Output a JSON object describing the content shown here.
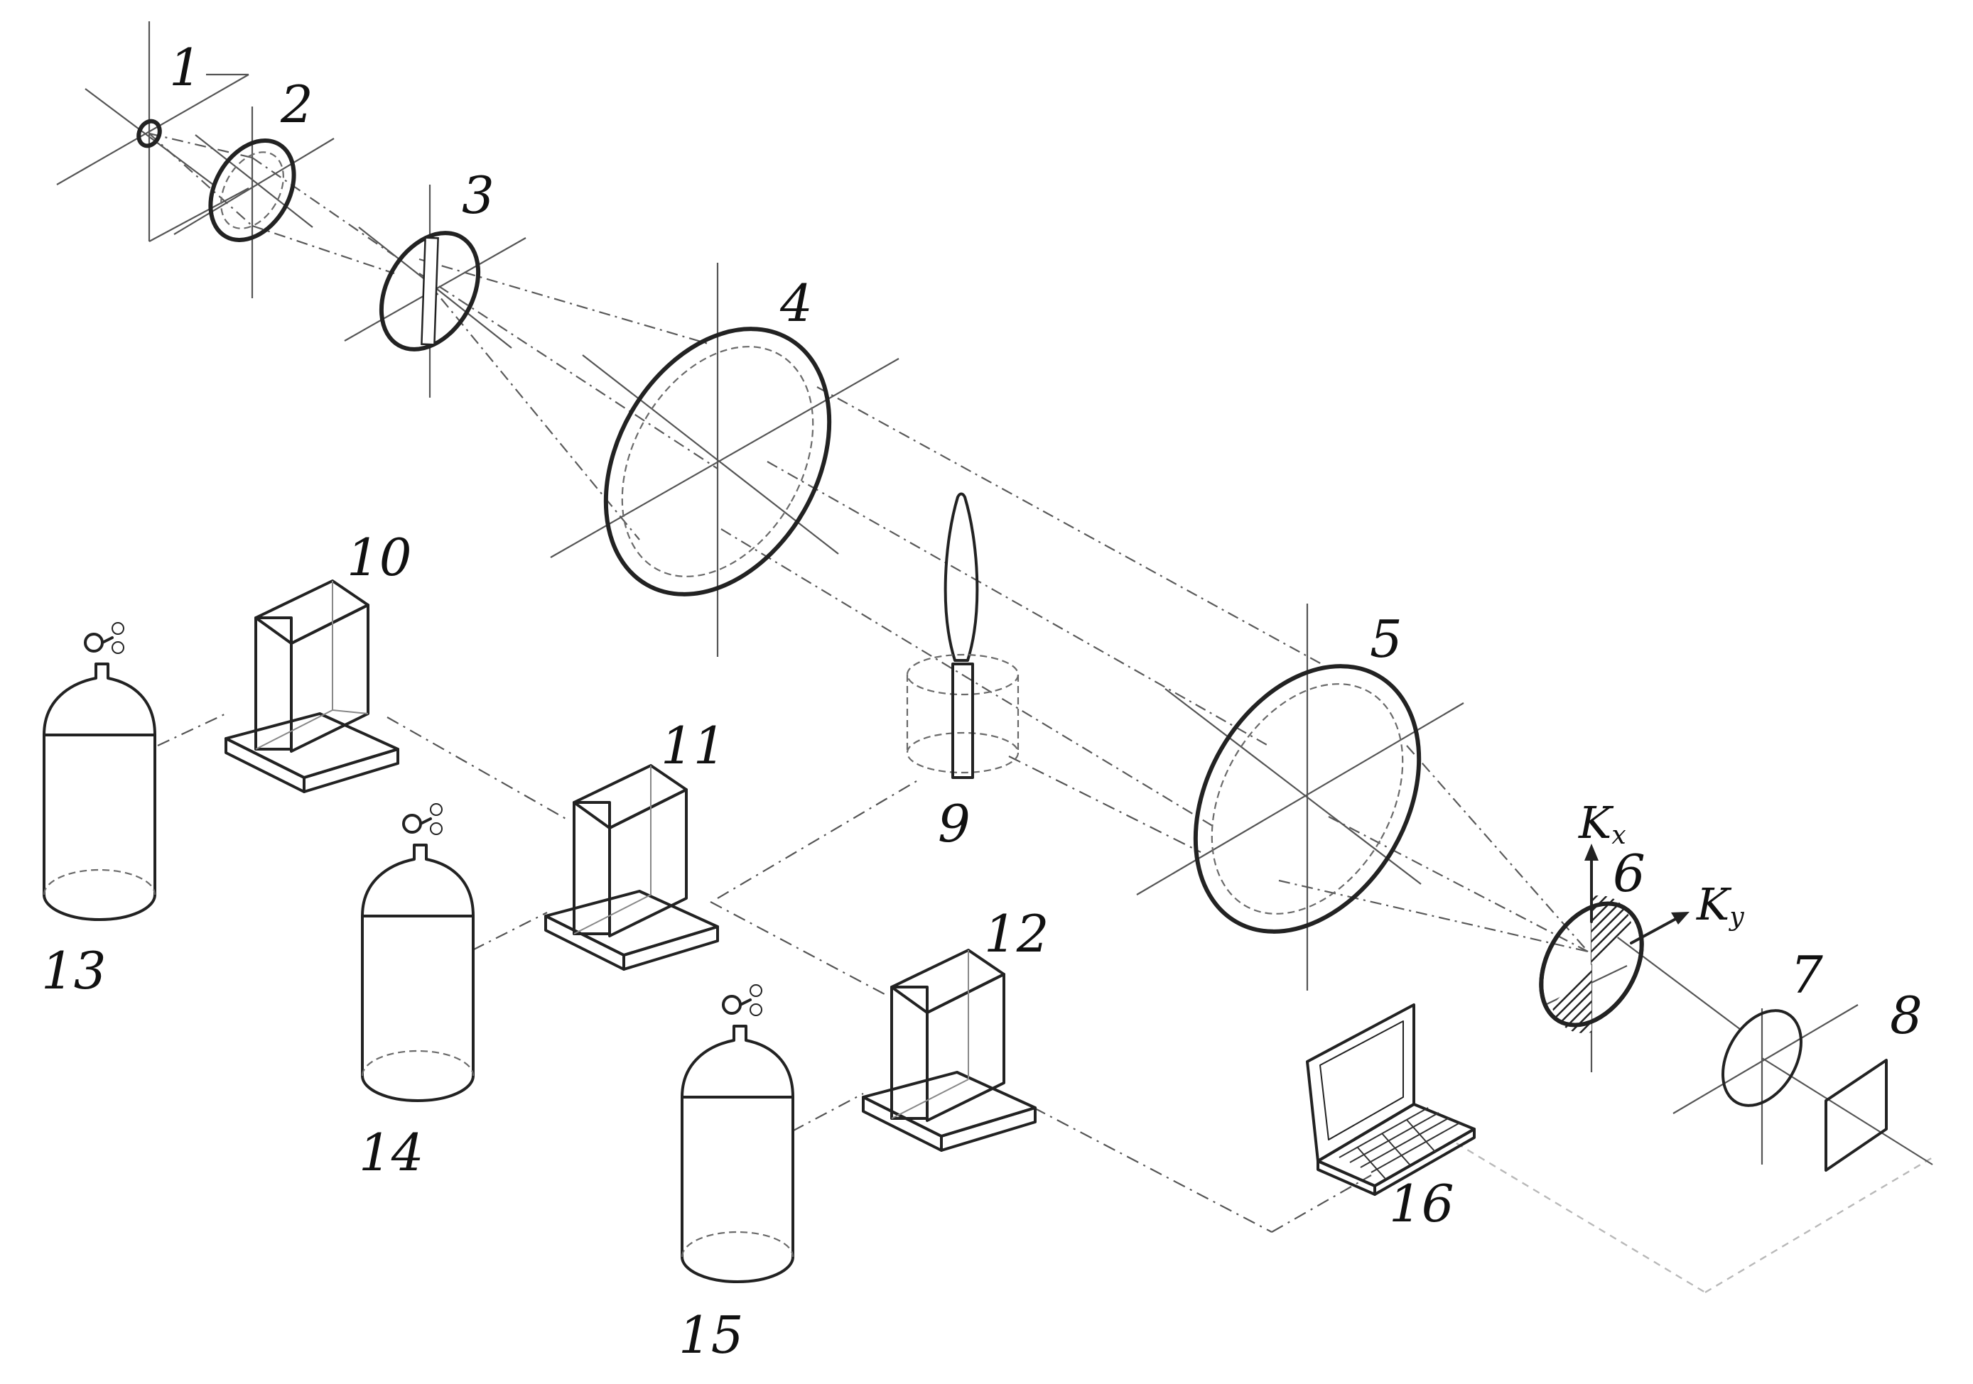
{
  "labels": {
    "c1": "1",
    "c2": "2",
    "c3": "3",
    "c4": "4",
    "c5": "5",
    "c6": "6",
    "c7": "7",
    "c8": "8",
    "c9": "9",
    "c10": "10",
    "c11": "11",
    "c12": "12",
    "c13": "13",
    "c14": "14",
    "c15": "15",
    "c16": "16"
  },
  "axes": {
    "kx_symbol": "K",
    "kx_sub": "x",
    "ky_symbol": "K",
    "ky_sub": "y"
  }
}
